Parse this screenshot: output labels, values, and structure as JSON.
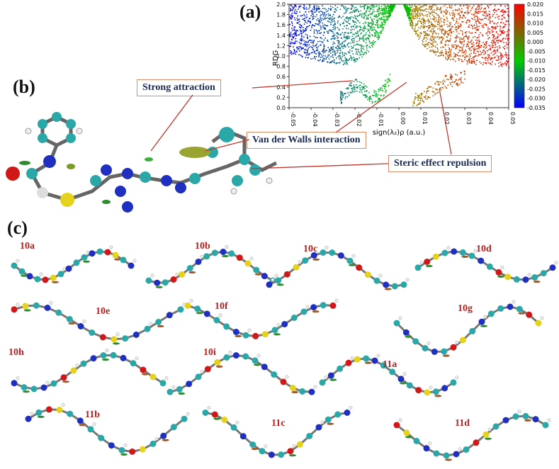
{
  "panels": {
    "a": "(a)",
    "b": "(b)",
    "c": "(c)"
  },
  "callouts": {
    "strong_attraction": "Strong attraction",
    "van_der_walls": "Van der Walls interaction",
    "steric": "Steric effect repulsion"
  },
  "molecules": [
    "10a",
    "10b",
    "10c",
    "10d",
    "10e",
    "10f",
    "10g",
    "10h",
    "10i",
    "11a",
    "11b",
    "11c",
    "11d"
  ],
  "colors": {
    "red_label": "#b22222",
    "callout_border": "#d98c6a",
    "atom_cyan": "#2aa7a7",
    "atom_blue": "#1f2fbf",
    "atom_red": "#d01818",
    "atom_yellow": "#e6d21a"
  },
  "chart_data": {
    "type": "scatter",
    "ylabel": "RDG",
    "xlabel": "sign(λ₂)ρ (a.u.)",
    "xlim": [
      -0.05,
      0.05
    ],
    "ylim": [
      0.0,
      2.0
    ],
    "xticks": [
      "-0.05",
      "-0.04",
      "-0.03",
      "-0.02",
      "-0.01",
      "0.00",
      "0.01",
      "0.02",
      "0.03",
      "0.04",
      "0.05"
    ],
    "yticks": [
      "0.0",
      "0.2",
      "0.4",
      "0.6",
      "0.8",
      "1.0",
      "1.2",
      "1.4",
      "1.6",
      "1.8",
      "2.0"
    ],
    "colorbar": {
      "range": [
        -0.035,
        0.02
      ],
      "ticks": [
        "0.020",
        "0.015",
        "0.010",
        "0.005",
        "0.000",
        "-0.005",
        "-0.010",
        "-0.015",
        "-0.020",
        "-0.025",
        "-0.030",
        "-0.035"
      ],
      "colormap": [
        "#0000ff",
        "#00cc00",
        "#ff0000"
      ]
    },
    "series": [
      {
        "x": [
          -0.05,
          -0.045,
          -0.04,
          -0.035,
          -0.03,
          -0.025,
          -0.02,
          -0.015,
          -0.01,
          -0.005,
          -0.002
        ],
        "y": [
          1.05,
          1.0,
          0.95,
          0.9,
          0.86,
          0.84,
          0.9,
          1.05,
          1.3,
          1.7,
          2.0
        ]
      },
      {
        "x": [
          0.002,
          0.005,
          0.01,
          0.015,
          0.02,
          0.025,
          0.03,
          0.035,
          0.04,
          0.045,
          0.05
        ],
        "y": [
          2.0,
          1.6,
          1.25,
          1.05,
          0.95,
          0.9,
          0.86,
          0.84,
          0.82,
          0.8,
          0.78
        ]
      },
      {
        "x": [
          -0.027,
          -0.024,
          -0.02,
          -0.016,
          -0.012,
          -0.008,
          -0.004
        ],
        "y": [
          0.2,
          0.3,
          0.45,
          0.35,
          0.2,
          0.3,
          0.6
        ]
      },
      {
        "x": [
          0.006,
          0.01,
          0.015,
          0.02,
          0.025,
          0.03
        ],
        "y": [
          0.15,
          0.2,
          0.35,
          0.5,
          0.55,
          0.6
        ]
      }
    ]
  }
}
